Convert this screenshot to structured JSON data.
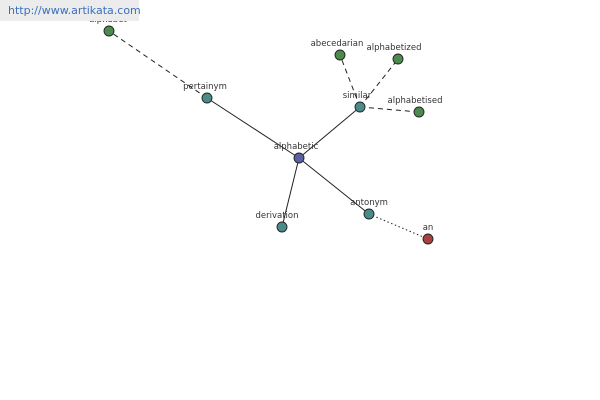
{
  "banner": {
    "url": "http://www.artikata.com"
  },
  "colors": {
    "center": "#5b5fa6",
    "teal": "#4a8c8c",
    "green": "#4d8a4d",
    "red": "#a84040",
    "edge": "#222222"
  },
  "graph": {
    "nodes": [
      {
        "id": "alphabet",
        "label": "alphabet",
        "color": "green"
      },
      {
        "id": "pertainym",
        "label": "pertainym",
        "color": "teal"
      },
      {
        "id": "alphabetic",
        "label": "alphabetic",
        "color": "center"
      },
      {
        "id": "similar",
        "label": "similar",
        "color": "teal"
      },
      {
        "id": "abecedarian",
        "label": "abecedarian",
        "color": "green"
      },
      {
        "id": "alphabetized",
        "label": "alphabetized",
        "color": "green"
      },
      {
        "id": "alphabetised",
        "label": "alphabetised",
        "color": "green"
      },
      {
        "id": "derivation",
        "label": "derivation",
        "color": "teal"
      },
      {
        "id": "antonym",
        "label": "antonym",
        "color": "teal"
      },
      {
        "id": "an",
        "label": "an",
        "color": "red"
      }
    ],
    "edges": [
      {
        "from": "alphabetic",
        "to": "pertainym",
        "style": "solid"
      },
      {
        "from": "alphabetic",
        "to": "similar",
        "style": "solid"
      },
      {
        "from": "alphabetic",
        "to": "derivation",
        "style": "solid"
      },
      {
        "from": "alphabetic",
        "to": "antonym",
        "style": "solid"
      },
      {
        "from": "pertainym",
        "to": "alphabet",
        "style": "dashed"
      },
      {
        "from": "similar",
        "to": "abecedarian",
        "style": "dashed"
      },
      {
        "from": "similar",
        "to": "alphabetized",
        "style": "dashed"
      },
      {
        "from": "similar",
        "to": "alphabetised",
        "style": "dashed"
      },
      {
        "from": "antonym",
        "to": "an",
        "style": "dotted"
      }
    ]
  }
}
